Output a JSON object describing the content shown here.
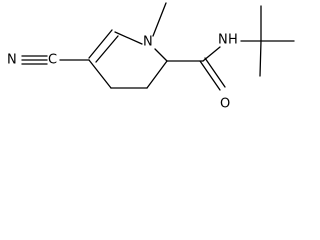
{
  "molecule": {
    "atoms": {
      "ring_nitrogen": "N",
      "nitrile_carbon": "C",
      "nitrile_nitrogen": "N",
      "amide_nitrogen": "N",
      "amide_hydrogen": "H",
      "carbonyl_oxygen": "O"
    }
  },
  "colors": {
    "bond": "#000000",
    "label": "#000000",
    "background": "#ffffff"
  }
}
